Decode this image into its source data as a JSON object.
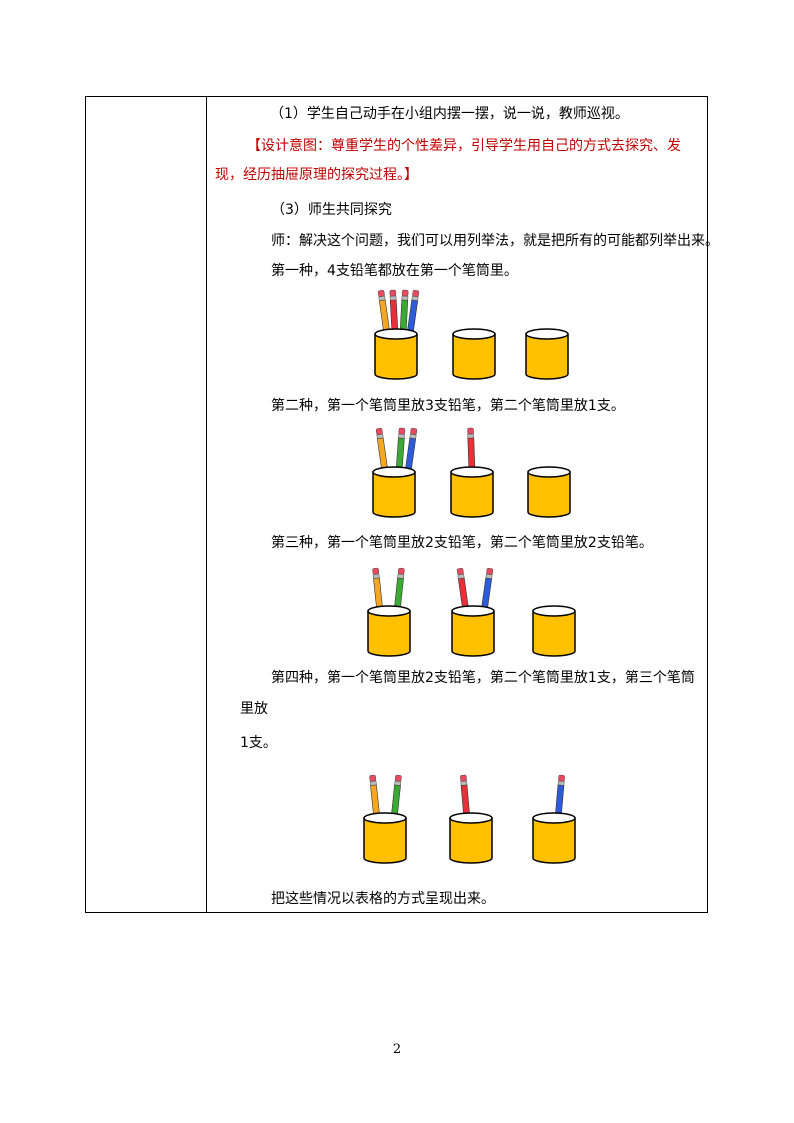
{
  "lines": {
    "l1": "（1）学生自己动手在小组内摆一摆，说一说，教师巡视。",
    "l2": "【设计意图：尊重学生的个性差异，引导学生用自己的方式去探究、发",
    "l3": "现，经历抽屉原理的探究过程。】",
    "l4": "（3）师生共同探究",
    "l5": "师：解决这个问题，我们可以用列举法，就是把所有的可能都列举出来。",
    "l6": "第一种，4支铅笔都放在第一个笔筒里。",
    "l7": "第二种，第一个笔筒里放3支铅笔，第二个笔筒里放1支。",
    "l8": "第三种，第一个笔筒里放2支铅笔，第二个笔筒里放2支铅笔。",
    "l9": "第四种，第一个笔筒里放2支铅笔，第二个笔筒里放1支，第三个笔筒",
    "l10": "里放",
    "l11": "1支。",
    "l12": "把这些情况以表格的方式呈现出来。"
  },
  "page_number": "2",
  "colors": {
    "cup": "#FFC000",
    "pencil_orange": "#F5A623",
    "pencil_red": "#E8303A",
    "pencil_green": "#3AAA35",
    "pencil_blue": "#2E5BD8",
    "design_note": "#C00000"
  }
}
